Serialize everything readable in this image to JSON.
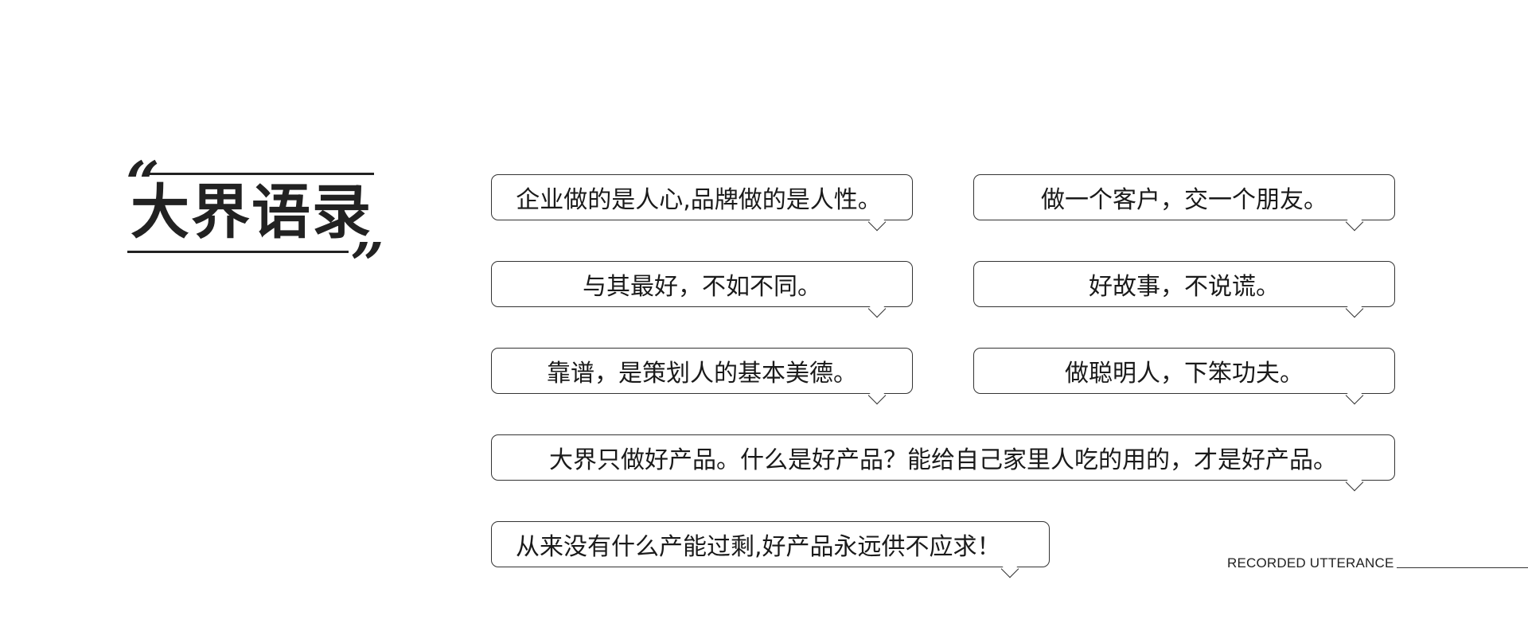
{
  "title": {
    "open_quote": "“",
    "text": "大界语录",
    "close_quote": "”"
  },
  "quotes": [
    "企业做的是人心,品牌做的是人性。",
    "做一个客户，交一个朋友。",
    "与其最好，不如不同。",
    "好故事，不说谎。",
    "靠谱，是策划人的基本美德。",
    "做聪明人，下笨功夫。",
    "大界只做好产品。什么是好产品？能给自己家里人吃的用的，才是好产品。",
    "从来没有什么产能过剩,好产品永远供不应求！"
  ],
  "footer": {
    "label": "RECORDED UTTERANCE"
  }
}
